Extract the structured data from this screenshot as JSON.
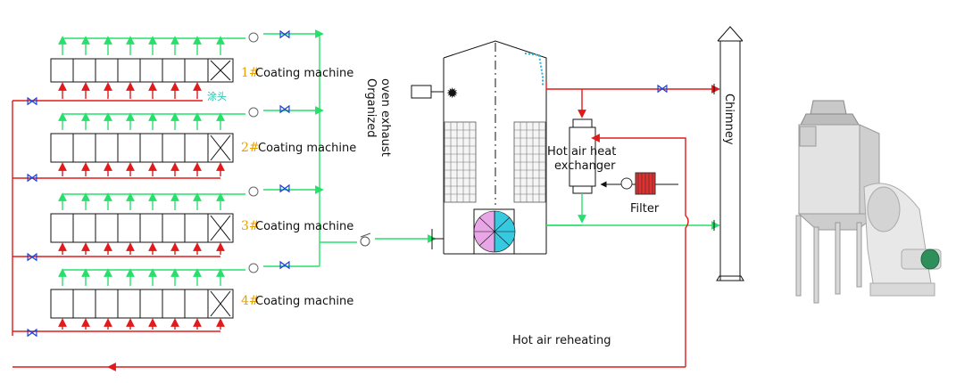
{
  "machines": [
    {
      "num": "1#",
      "label": "Coating machine"
    },
    {
      "num": "2#",
      "label": "Coating machine"
    },
    {
      "num": "3#",
      "label": "Coating machine"
    },
    {
      "num": "4#",
      "label": "Coating machine"
    }
  ],
  "labels": {
    "coating_head": "涂头",
    "oven_exhaust_line1": "Organized",
    "oven_exhaust_line2": "oven exhaust",
    "heat_exchanger_line1": "Hot air heat",
    "heat_exchanger_line2": "exchanger",
    "filter": "Filter",
    "chimney": "Chimney",
    "reheating": "Hot air reheating"
  },
  "colors": {
    "exhaust_line": "#27e06c",
    "hot_air_line": "#e11b1b",
    "wheel_cyan": "#36c9e0",
    "wheel_pink": "#e8a6e6",
    "number_accent": "#e6a100",
    "coating_head_text": "#1fbfa8"
  }
}
